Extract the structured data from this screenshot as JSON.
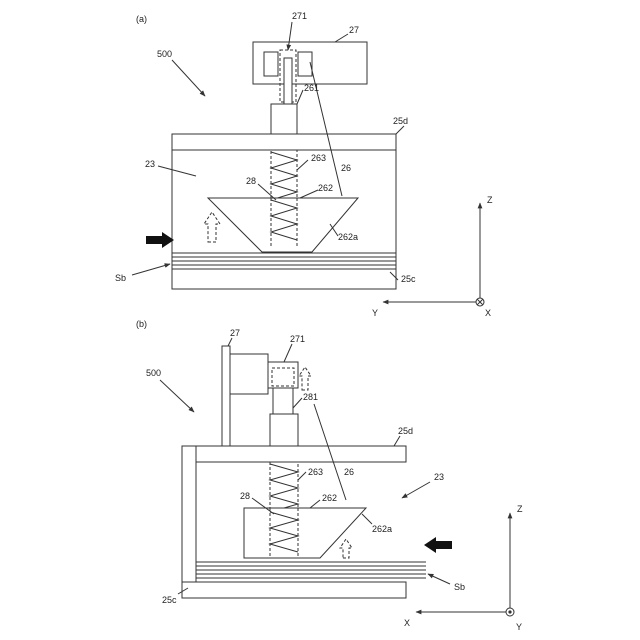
{
  "panel_a": {
    "caption": "(a)",
    "labels": {
      "assembly": "500",
      "unit": "27",
      "unit_inner": "271",
      "rod": "261",
      "top_plate": "25d",
      "chamber": "23",
      "spring": "263",
      "group": "26",
      "pin": "28",
      "pusher": "262",
      "pusher_body": "262a",
      "sheets": "Sb",
      "bottom_plate": "25c"
    },
    "axes": {
      "vertical": "Z",
      "horizontal": "Y",
      "depth": "X"
    }
  },
  "panel_b": {
    "caption": "(b)",
    "labels": {
      "unit": "27",
      "unit_inner": "271",
      "assembly": "500",
      "rod": "281",
      "top_plate": "25d",
      "chamber": "23",
      "spring": "263",
      "group": "26",
      "pin": "28",
      "pusher": "262",
      "pusher_body": "262a",
      "sheets": "Sb",
      "bottom_plate": "25c"
    },
    "axes": {
      "vertical": "Z",
      "horizontal": "X",
      "depth": "Y"
    }
  }
}
